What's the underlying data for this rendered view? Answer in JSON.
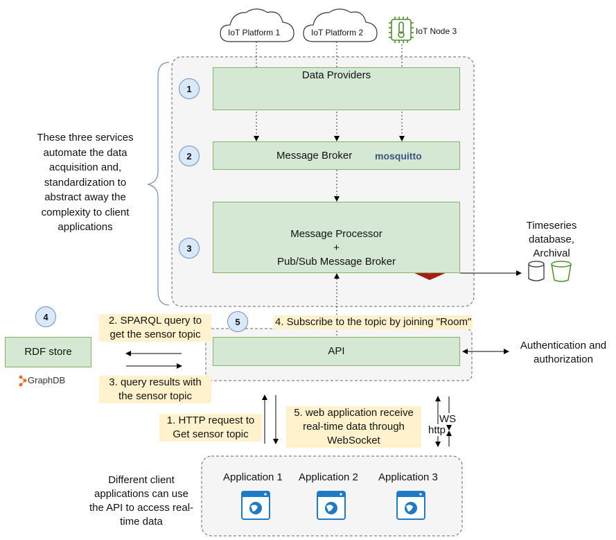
{
  "sources": {
    "platform1": "IoT Platform 1",
    "platform2": "IoT Platform 2",
    "node3": "IoT Node 3"
  },
  "services": {
    "data_providers": "Data Providers",
    "message_broker": "Message Broker",
    "mosquitto_logo": "mosquitto",
    "processor_line1": "Message Processor",
    "processor_line2": "+",
    "processor_line3": "Pub/Sub Message Broker"
  },
  "steps": [
    "1",
    "2",
    "3",
    "4",
    "5"
  ],
  "left_note": [
    "These three services",
    "automate the data",
    "acquisition and,",
    "standardization to",
    "abstract away the",
    "complexity to client",
    "applications"
  ],
  "timeseries": [
    "Timeseries",
    "database,",
    "Archival"
  ],
  "rdf": {
    "label": "RDF store",
    "logo": "GraphDB"
  },
  "api": {
    "label": "API",
    "auth_line1": "Authentication and",
    "auth_line2": "authorization"
  },
  "notes": {
    "sparql_line1": "2. SPARQL query to",
    "sparql_line2": "get the sensor topic",
    "results_line1": "3. query results with",
    "results_line2": "the sensor topic",
    "subscribe": "4. Subscribe to the topic by joining \"Room\"",
    "http_line1": "1. HTTP request to",
    "http_line2": "Get sensor topic",
    "ws_line1": "5. web application receive",
    "ws_line2": "real-time data through",
    "ws_line3": "WebSocket",
    "ws_label": "WS",
    "http_label": "http"
  },
  "applications": [
    "Application 1",
    "Application 2",
    "Application 3"
  ],
  "client_note": [
    "Different client",
    "applications can use",
    "the API to access real-",
    "time data"
  ],
  "colors": {
    "green_fill": "#d5e8d4",
    "green_stroke": "#82b366",
    "note_fill": "#fff2cc",
    "circle_fill": "#dae8fc",
    "container_fill": "#f5f5f5",
    "bracket": "#6c8ebf"
  },
  "icons": [
    "cloud-icon",
    "thermometer-chip-icon",
    "gear-icon",
    "mosquitto-logo-icon",
    "redis-logo-icon",
    "database-icon",
    "bucket-icon",
    "graphdb-logo-icon",
    "kubernetes-icon",
    "browser-window-icon"
  ]
}
